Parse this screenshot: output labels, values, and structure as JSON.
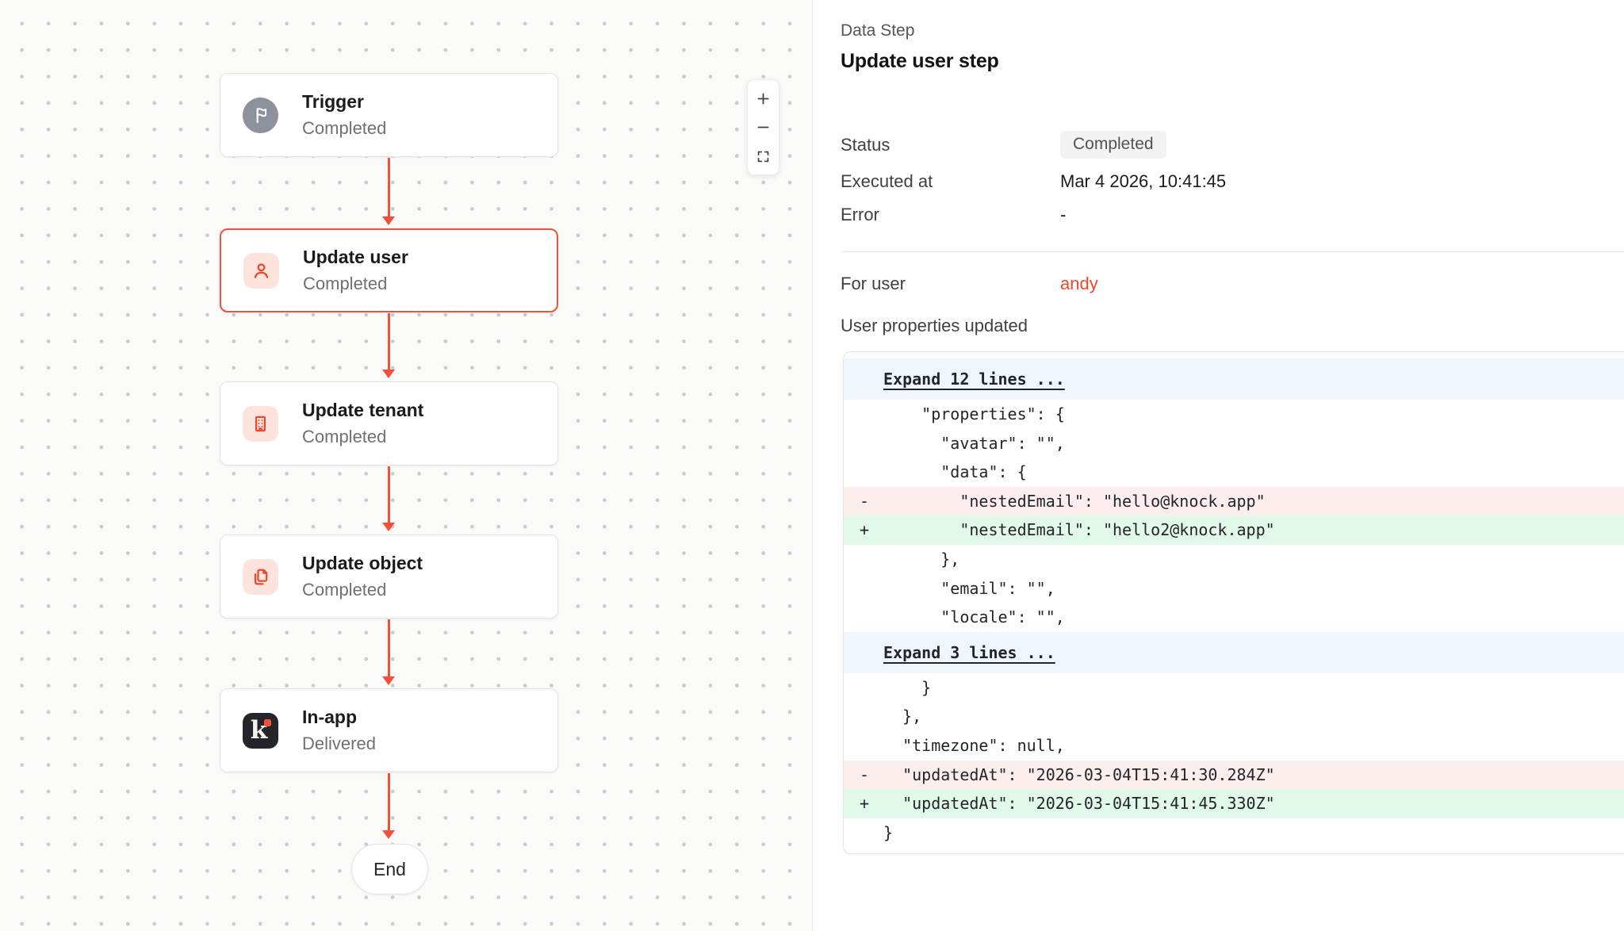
{
  "canvas": {
    "nodes": [
      {
        "title": "Trigger",
        "subtitle": "Completed",
        "icon": "flag-icon"
      },
      {
        "title": "Update user",
        "subtitle": "Completed",
        "icon": "user-icon",
        "selected": true
      },
      {
        "title": "Update tenant",
        "subtitle": "Completed",
        "icon": "building-icon"
      },
      {
        "title": "Update object",
        "subtitle": "Completed",
        "icon": "files-icon"
      },
      {
        "title": "In-app",
        "subtitle": "Delivered",
        "icon": "knock-logo-icon"
      }
    ],
    "end_label": "End",
    "knock_glyph": "k",
    "zoom_controls": {
      "zoom_in": "+",
      "zoom_out": "−",
      "fit_view": "fit-view"
    }
  },
  "panel": {
    "eyebrow": "Data Step",
    "title": "Update user step",
    "fields": [
      {
        "label": "Status",
        "value": "Completed"
      },
      {
        "label": "Executed at",
        "value": "Mar 4 2026, 10:41:45"
      },
      {
        "label": "Error",
        "value": "-"
      }
    ],
    "for_user": {
      "label": "For user",
      "value": "andy"
    },
    "section_label": "User properties updated",
    "diff": {
      "rows": [
        {
          "type": "expand",
          "marker": "",
          "code": "Expand 12 lines ..."
        },
        {
          "type": "ctx",
          "marker": "",
          "code": "    \"properties\": {"
        },
        {
          "type": "ctx",
          "marker": "",
          "code": "      \"avatar\": \"\","
        },
        {
          "type": "ctx",
          "marker": "",
          "code": "      \"data\": {"
        },
        {
          "type": "del",
          "marker": "-",
          "code": "        \"nestedEmail\": \"hello@knock.app\""
        },
        {
          "type": "add",
          "marker": "+",
          "code": "        \"nestedEmail\": \"hello2@knock.app\""
        },
        {
          "type": "ctx",
          "marker": "",
          "code": "      },"
        },
        {
          "type": "ctx",
          "marker": "",
          "code": "      \"email\": \"\","
        },
        {
          "type": "ctx",
          "marker": "",
          "code": "      \"locale\": \"\","
        },
        {
          "type": "expand",
          "marker": "",
          "code": "Expand 3 lines ..."
        },
        {
          "type": "ctx",
          "marker": "",
          "code": "    }"
        },
        {
          "type": "ctx",
          "marker": "",
          "code": "  },"
        },
        {
          "type": "ctx",
          "marker": "",
          "code": "  \"timezone\": null,"
        },
        {
          "type": "del",
          "marker": "-",
          "code": "  \"updatedAt\": \"2026-03-04T15:41:30.284Z\""
        },
        {
          "type": "add",
          "marker": "+",
          "code": "  \"updatedAt\": \"2026-03-04T15:41:45.330Z\""
        },
        {
          "type": "ctx",
          "marker": "",
          "code": "}"
        }
      ]
    }
  },
  "colors": {
    "accent_red": "#F2503A",
    "link_red": "#F4452A",
    "canvas_bg": "#FAFAF8",
    "canvas_dot": "#C9CBD3",
    "node_border": "#E4E4E7",
    "icon_tile_pink": "#FCE4DD",
    "trigger_gray": "#8C929C",
    "knock_dark": "#23252A",
    "badge_bg": "#F3F3F4",
    "diff_expand_bg": "#F0F6FD",
    "diff_del_bg": "#FDEEEE",
    "diff_add_bg": "#E2F9E9"
  }
}
